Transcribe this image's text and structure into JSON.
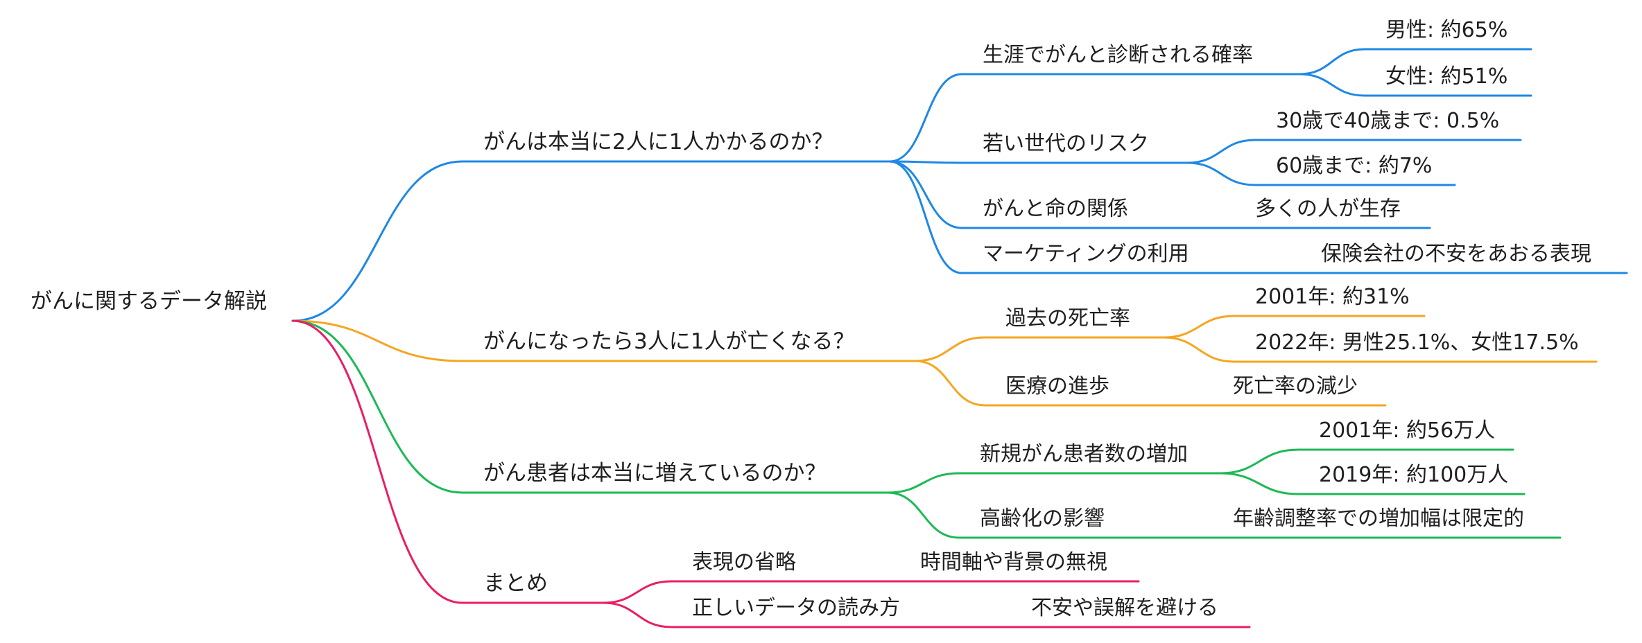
{
  "mindmap": {
    "root": {
      "label": "がんに関するデータ解説"
    },
    "branches": [
      {
        "label": "がんは本当に2人に1人かかるのか？",
        "color": "#1e88e5",
        "children": [
          {
            "label": "生涯でがんと診断される確率",
            "children": [
              {
                "label": "男性: 約65%"
              },
              {
                "label": "女性: 約51%"
              }
            ]
          },
          {
            "label": "若い世代のリスク",
            "children": [
              {
                "label": "30歳で40歳まで: 0.5%"
              },
              {
                "label": "60歳まで: 約7%"
              }
            ]
          },
          {
            "label": "がんと命の関係",
            "children": [
              {
                "label": "多くの人が生存"
              }
            ]
          },
          {
            "label": "マーケティングの利用",
            "children": [
              {
                "label": "保険会社の不安をあおる表現"
              }
            ]
          }
        ]
      },
      {
        "label": "がんになったら3人に1人が亡くなる？",
        "color": "#f5a623",
        "children": [
          {
            "label": "過去の死亡率",
            "children": [
              {
                "label": "2001年: 約31%"
              },
              {
                "label": "2022年: 男性25.1%、女性17.5%"
              }
            ]
          },
          {
            "label": "医療の進歩",
            "children": [
              {
                "label": "死亡率の減少"
              }
            ]
          }
        ]
      },
      {
        "label": "がん患者は本当に増えているのか？",
        "color": "#1db954",
        "children": [
          {
            "label": "新規がん患者数の増加",
            "children": [
              {
                "label": "2001年: 約56万人"
              },
              {
                "label": "2019年: 約100万人"
              }
            ]
          },
          {
            "label": "高齢化の影響",
            "children": [
              {
                "label": "年齢調整率での増加幅は限定的"
              }
            ]
          }
        ]
      },
      {
        "label": "まとめ",
        "color": "#e91e63",
        "children": [
          {
            "label": "表現の省略",
            "children": [
              {
                "label": "時間軸や背景の無視"
              }
            ]
          },
          {
            "label": "正しいデータの読み方",
            "children": [
              {
                "label": "不安や誤解を避ける"
              }
            ]
          }
        ]
      }
    ]
  }
}
